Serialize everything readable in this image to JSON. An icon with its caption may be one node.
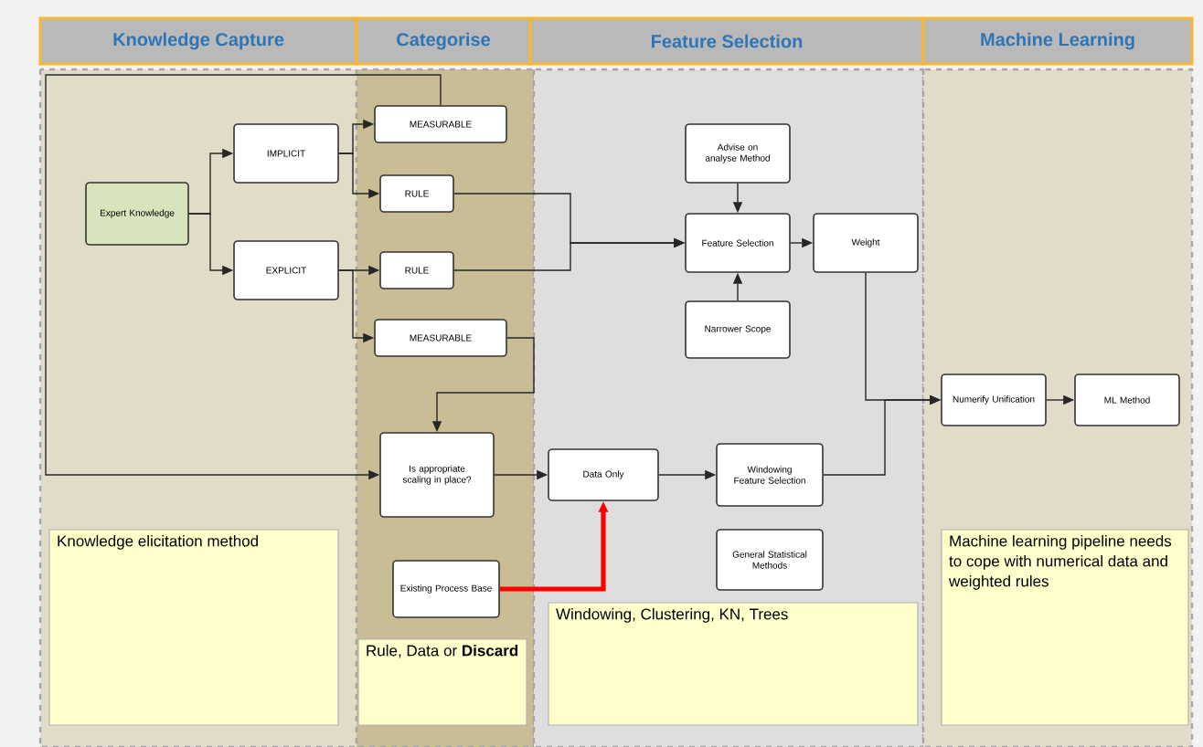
{
  "diagram": {
    "nodes": [
      {
        "text": [
          "Knowledge Capture"
        ]
      },
      {
        "text": [
          "Categorise"
        ]
      },
      {
        "text": [
          "Feature Selection"
        ]
      },
      {
        "text": [
          "Machine Learning"
        ]
      },
      {
        "text": [
          "Expert Knowledge"
        ]
      },
      {
        "text": [
          "IMPLICIT"
        ]
      },
      {
        "text": [
          "EXPLICIT"
        ]
      },
      {
        "text": [
          "MEASURABLE"
        ]
      },
      {
        "text": [
          "RULE"
        ]
      },
      {
        "text": [
          "RULE"
        ]
      },
      {
        "text": [
          "MEASURABLE"
        ]
      },
      {
        "text": [
          "Is appropriate scaling in place?"
        ]
      },
      {
        "text": [
          "Existing Process Base"
        ]
      },
      {
        "text": [
          "Data Only"
        ]
      },
      {
        "text": [
          "Advise on analyse Method"
        ]
      },
      {
        "text": [
          "Feature Selection"
        ]
      },
      {
        "text": [
          "Weight"
        ]
      },
      {
        "text": [
          "Narrower Scope"
        ]
      },
      {
        "text": [
          "Windowing Feature Selection"
        ]
      },
      {
        "text": [
          "General Statistical Methods"
        ]
      },
      {
        "text": [
          "Numerify Unification"
        ]
      },
      {
        "text": [
          "ML Method"
        ]
      },
      {
        "text": [
          "Knowledge elicitation method"
        ]
      },
      {
        "text": [
          "Rule, Data or **Discard**"
        ]
      },
      {
        "text": [
          "Windowing, Clustering, KN, Trees"
        ]
      },
      {
        "text": [
          "Machine learning pipeline needs to cope with numerical data and weighted rules"
        ]
      }
    ],
    "edges": [
      {
        "from": 4,
        "to": 5,
        "arrow": "to"
      },
      {
        "from": 4,
        "to": 6,
        "arrow": "to"
      },
      {
        "from": 5,
        "to": 7,
        "arrow": "to"
      },
      {
        "from": 5,
        "to": 8,
        "arrow": "to"
      },
      {
        "from": 6,
        "to": 9,
        "arrow": "to"
      },
      {
        "from": 6,
        "to": 10,
        "arrow": "to"
      },
      {
        "from": 8,
        "to": 15,
        "arrow": "to"
      },
      {
        "from": 9,
        "to": 15,
        "arrow": "to"
      },
      {
        "from": 7,
        "to": 11,
        "arrow": "to"
      },
      {
        "from": 10,
        "to": 11,
        "arrow": "to"
      },
      {
        "from": 11,
        "to": 13,
        "arrow": "to"
      },
      {
        "from": 12,
        "to": 13,
        "arrow": "to",
        "style": "thick",
        "color": "#ff0000"
      },
      {
        "from": 13,
        "to": 18,
        "arrow": "to"
      },
      {
        "from": 14,
        "to": 15,
        "arrow": "to"
      },
      {
        "from": 17,
        "to": 15,
        "arrow": "to"
      },
      {
        "from": 15,
        "to": 16,
        "arrow": "to"
      },
      {
        "from": 16,
        "to": 20,
        "arrow": "to"
      },
      {
        "from": 18,
        "to": 20,
        "arrow": "to"
      },
      {
        "from": 20,
        "to": 21,
        "arrow": "to"
      }
    ]
  }
}
